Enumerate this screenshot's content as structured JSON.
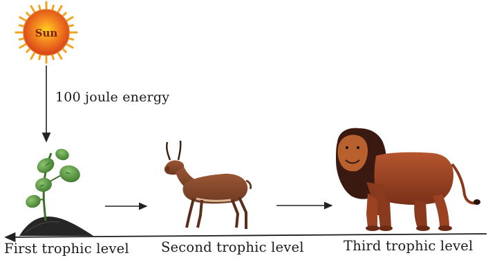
{
  "sun": {
    "label": "Sun"
  },
  "energy": {
    "label": "100 joule energy"
  },
  "levels": [
    {
      "label": "First trophic level",
      "organism": "plant"
    },
    {
      "label": "Second trophic level",
      "organism": "deer"
    },
    {
      "label": "Third trophic level",
      "organism": "lion"
    }
  ],
  "colors": {
    "sun_core": "#e8501f",
    "sun_rays": "#f4a21e",
    "plant_leaf": "#4e8a3a",
    "soil": "#2a2a2a",
    "deer_body": "#8a4a2e",
    "lion_body": "#a4482a",
    "lion_mane": "#3a1a10",
    "line": "#222222"
  }
}
